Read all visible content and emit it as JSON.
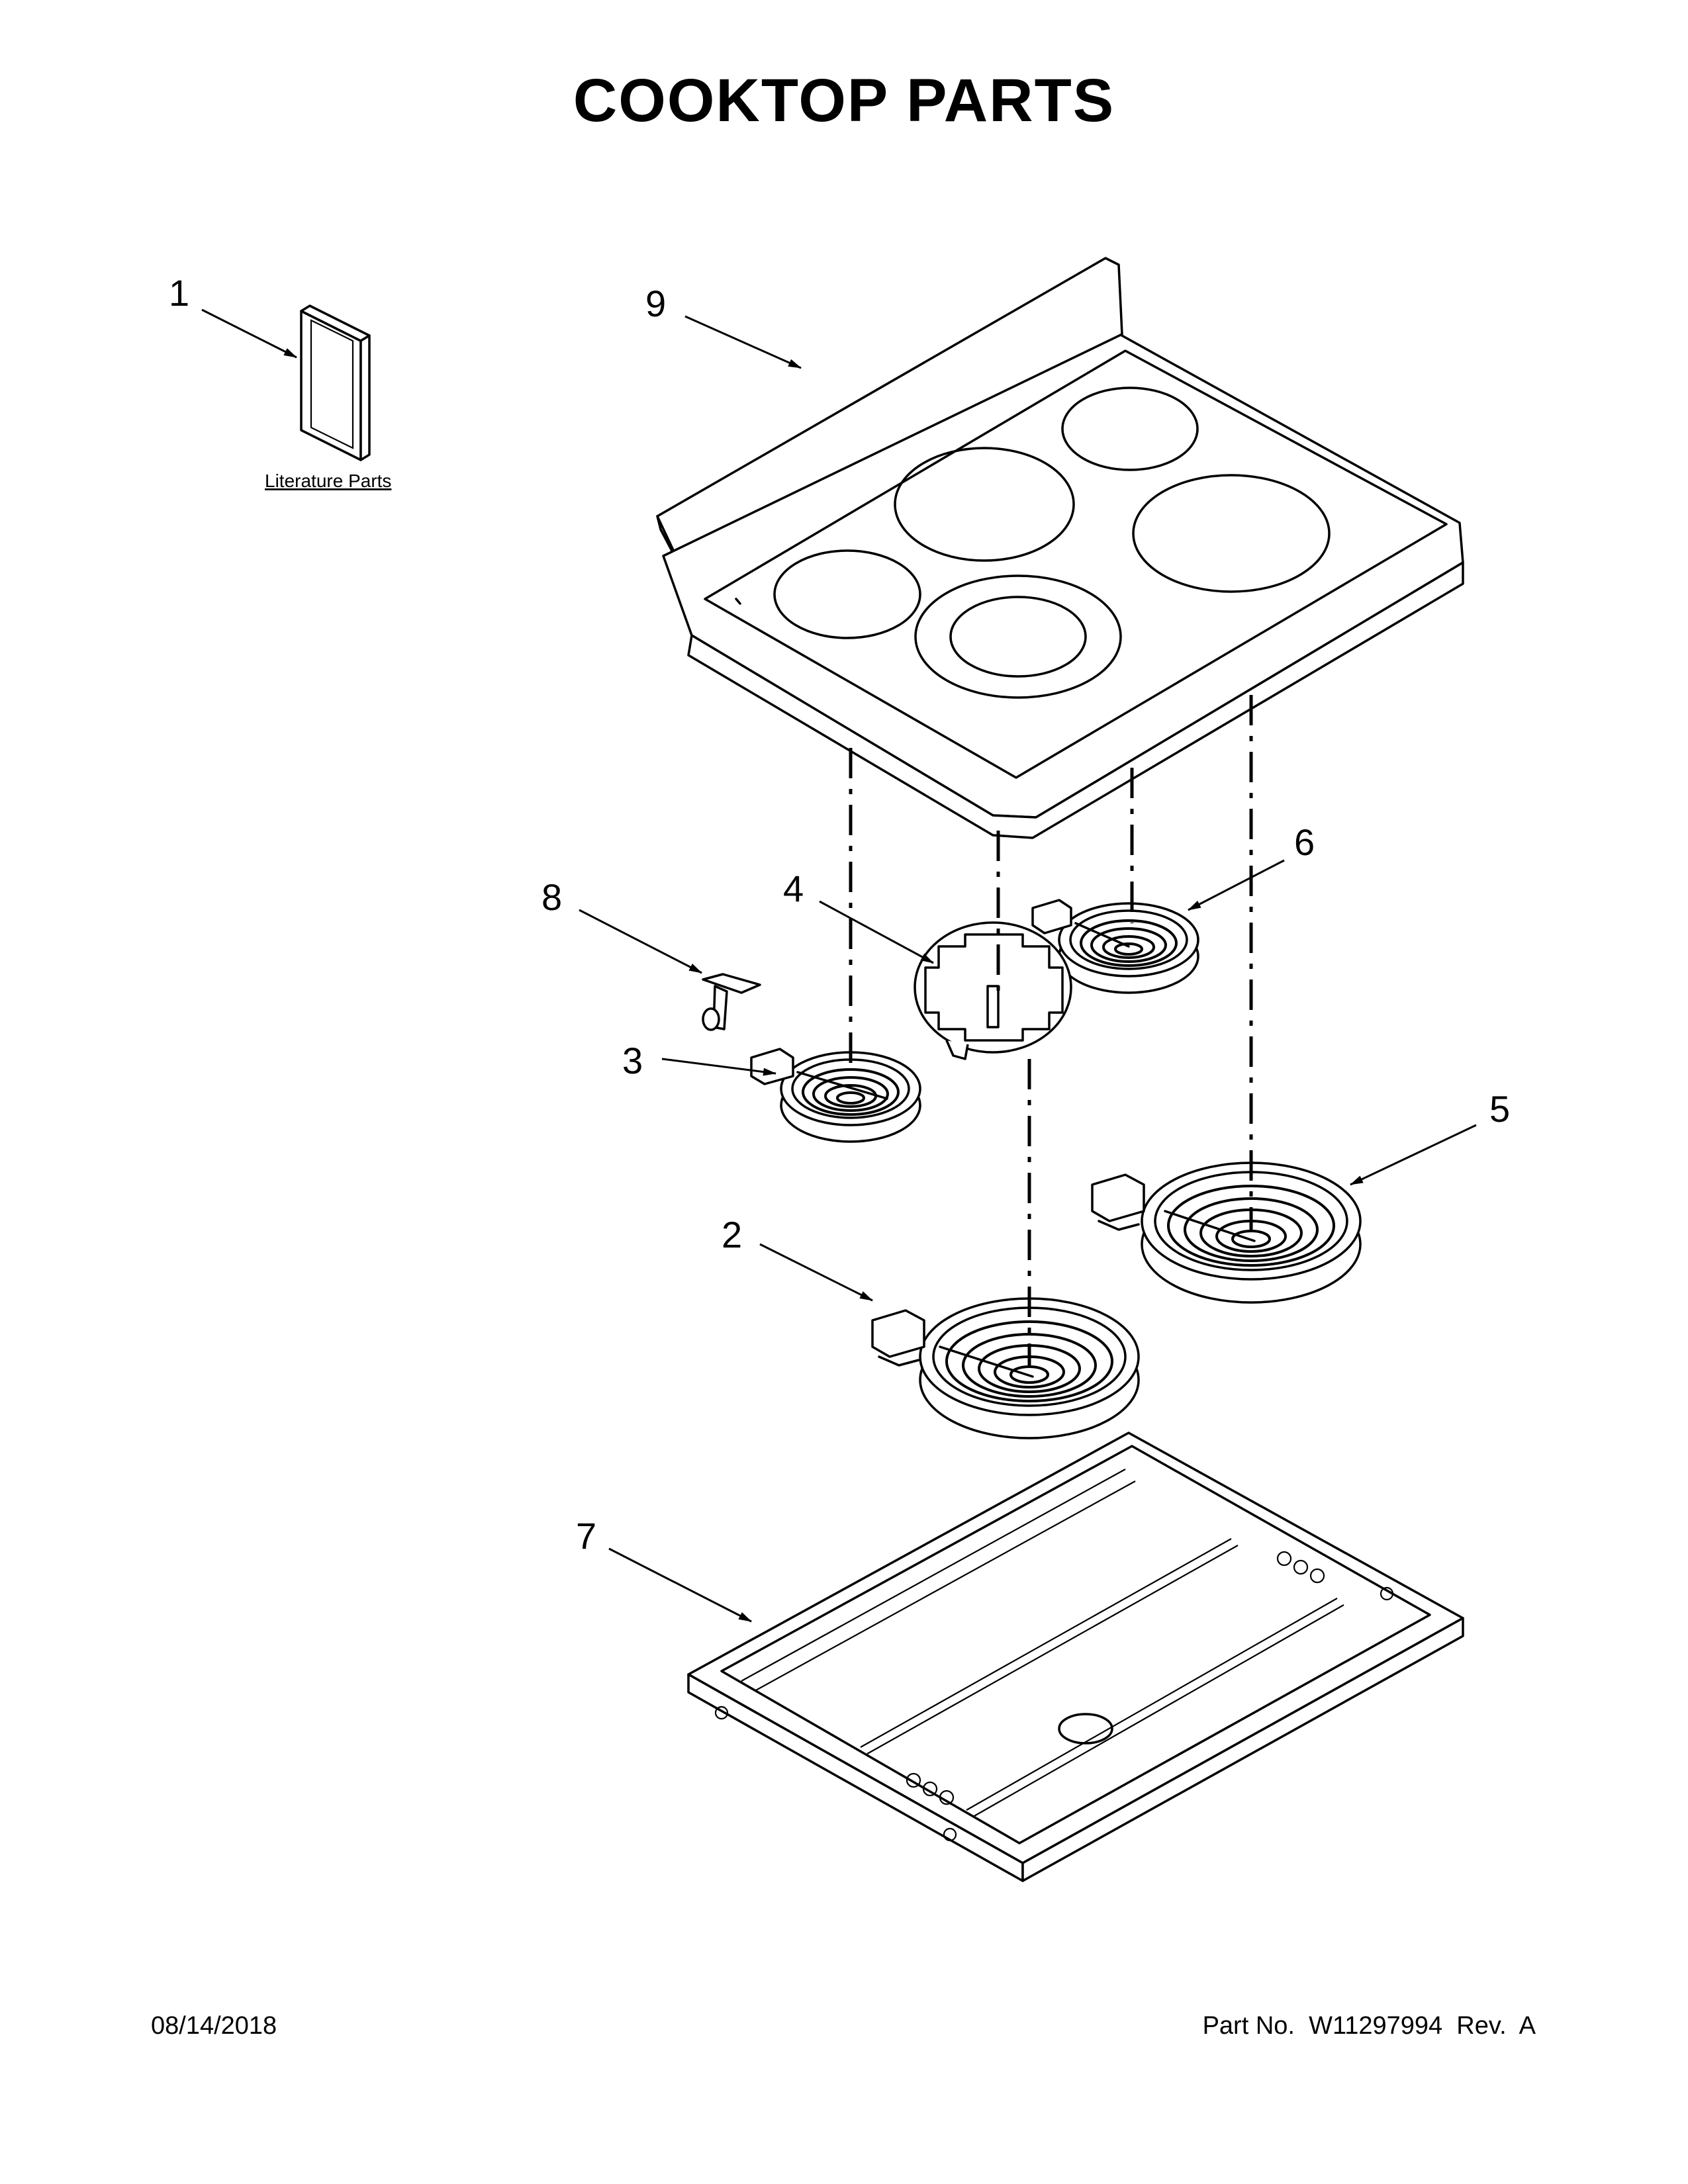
{
  "page": {
    "title": "COOKTOP PARTS",
    "date": "08/14/2018",
    "part_number": "Part No.  W11297994  Rev.  A"
  },
  "literature": {
    "label": "Literature Parts"
  },
  "callouts": [
    {
      "id": "1",
      "label": "1"
    },
    {
      "id": "2",
      "label": "2"
    },
    {
      "id": "3",
      "label": "3"
    },
    {
      "id": "4",
      "label": "4"
    },
    {
      "id": "5",
      "label": "5"
    },
    {
      "id": "6",
      "label": "6"
    },
    {
      "id": "7",
      "label": "7"
    },
    {
      "id": "8",
      "label": "8"
    },
    {
      "id": "9",
      "label": "9"
    }
  ]
}
